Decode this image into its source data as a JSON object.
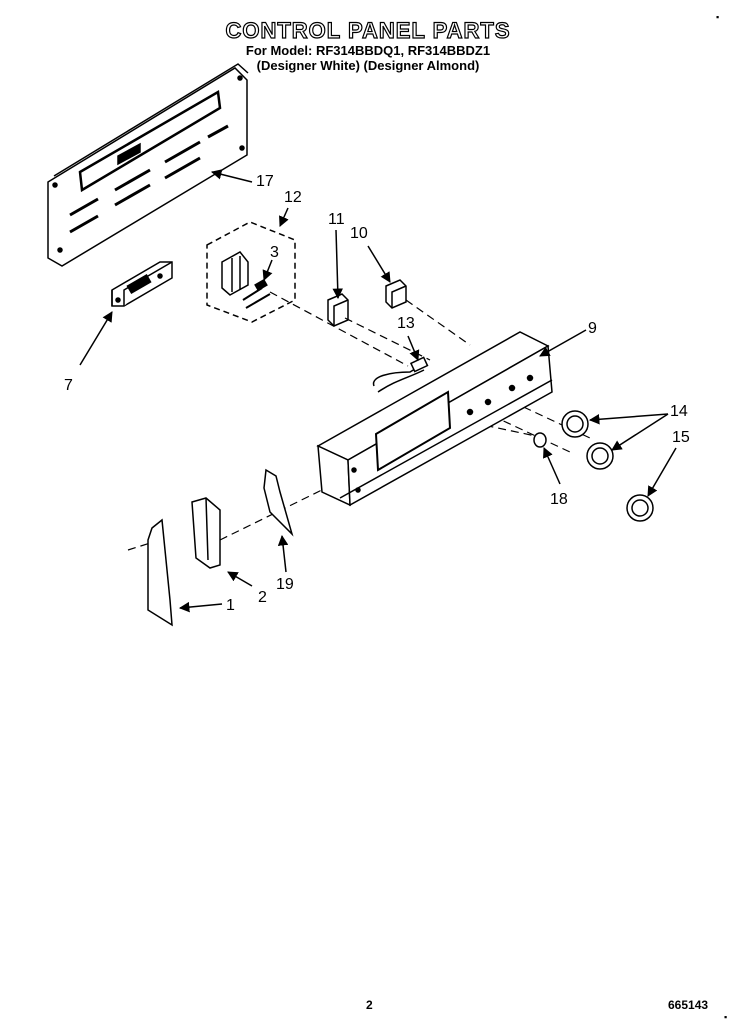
{
  "header": {
    "title": "CONTROL PANEL PARTS",
    "models_line": "For Model: RF314BBDQ1, RF314BBDZ1",
    "colors_line": "(Designer White) (Designer Almond)"
  },
  "edge_marks": {
    "top_right": "▪",
    "bottom_right": "▪"
  },
  "callouts": {
    "c1": "1",
    "c2": "2",
    "c3": "3",
    "c7": "7",
    "c9": "9",
    "c10": "10",
    "c11": "11",
    "c12": "12",
    "c13": "13",
    "c14": "14",
    "c15": "15",
    "c17": "17",
    "c18": "18",
    "c19": "19"
  },
  "footer": {
    "page_number": "2",
    "doc_code": "665143"
  }
}
